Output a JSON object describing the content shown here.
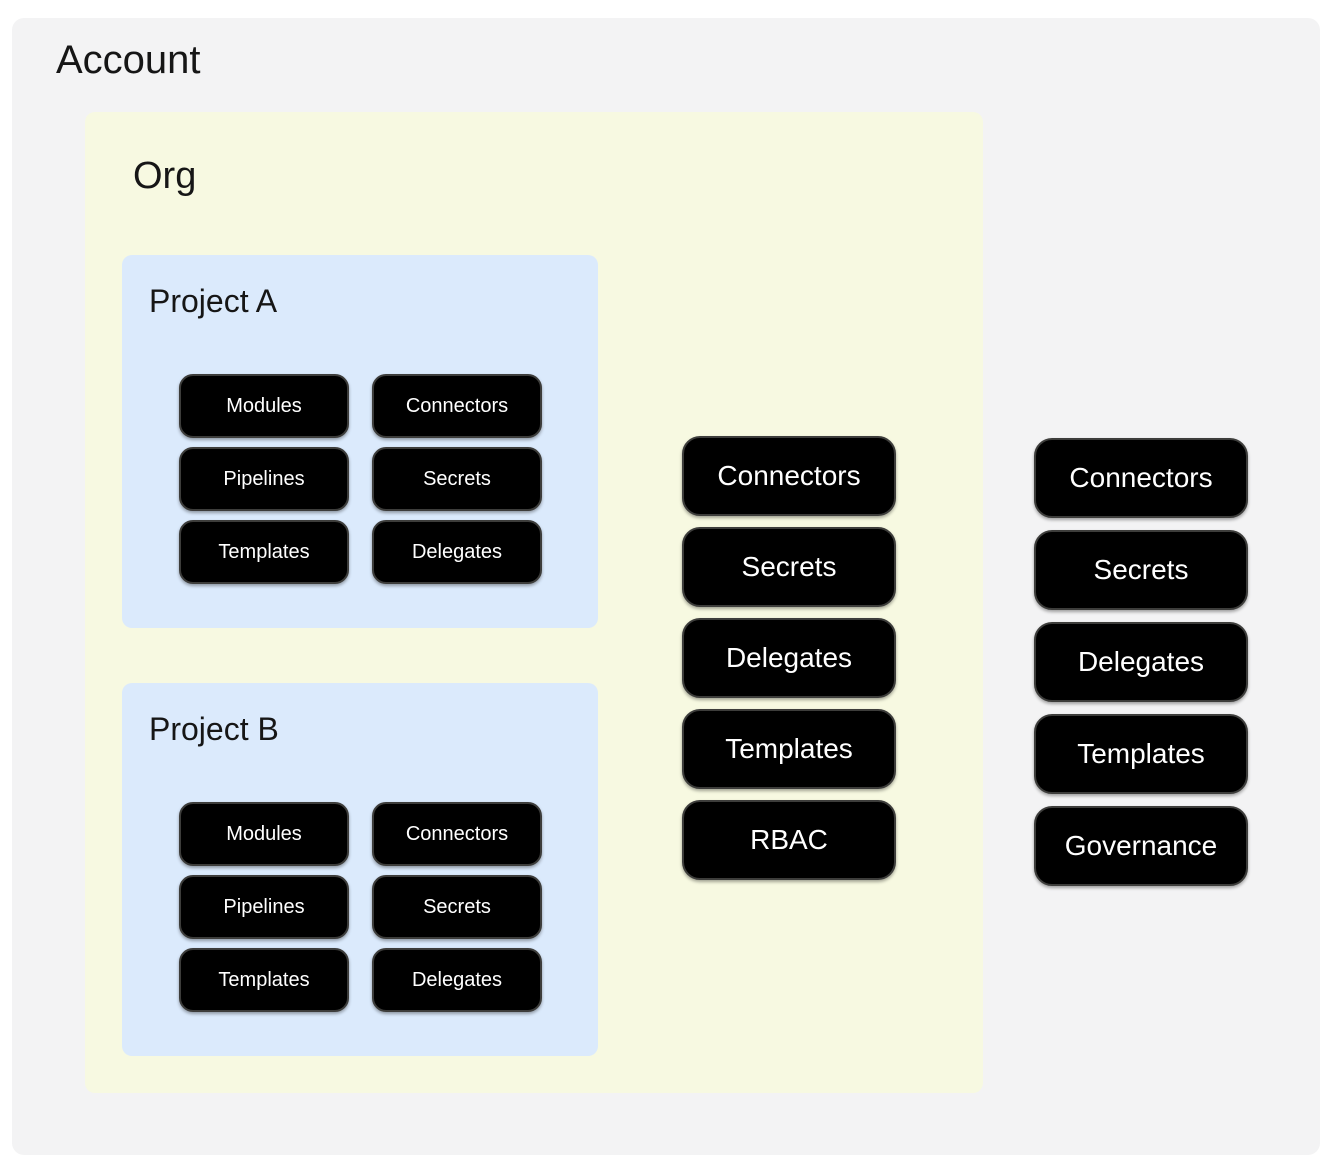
{
  "account": {
    "title": "Account",
    "resources": [
      "Connectors",
      "Secrets",
      "Delegates",
      "Templates",
      "Governance"
    ],
    "org": {
      "title": "Org",
      "resources": [
        "Connectors",
        "Secrets",
        "Delegates",
        "Templates",
        "RBAC"
      ],
      "projects": [
        {
          "title": "Project A",
          "resources": [
            "Modules",
            "Connectors",
            "Pipelines",
            "Secrets",
            "Templates",
            "Delegates"
          ]
        },
        {
          "title": "Project B",
          "resources": [
            "Modules",
            "Connectors",
            "Pipelines",
            "Secrets",
            "Templates",
            "Delegates"
          ]
        }
      ]
    }
  },
  "colors": {
    "page_bg": "#ffffff",
    "account_bg": "#f3f3f4",
    "org_bg": "#f7f9e1",
    "project_bg": "#dbeafc",
    "node_bg": "#000000",
    "node_border": "#3d3d3b",
    "node_text": "#ffffff",
    "title_text": "#161616"
  }
}
